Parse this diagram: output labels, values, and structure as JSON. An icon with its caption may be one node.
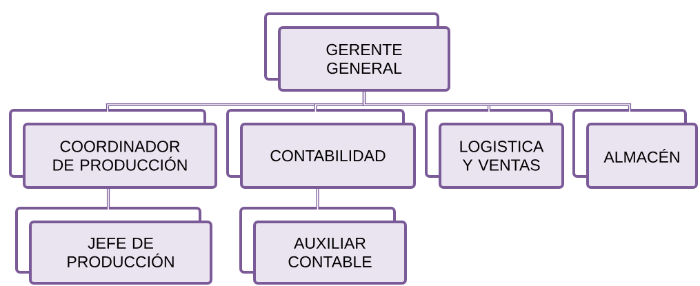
{
  "diagram": {
    "nodes": [
      {
        "text": [
          "GERENTE GENERAL"
        ]
      },
      {
        "text": [
          "COORDINADOR DE PRODUCCIÓN"
        ]
      },
      {
        "text": [
          "CONTABILIDAD"
        ]
      },
      {
        "text": [
          "LOGISTICA Y VENTAS"
        ]
      },
      {
        "text": [
          "ALMACÉN"
        ]
      },
      {
        "text": [
          "JEFE DE PRODUCCIÓN"
        ]
      },
      {
        "text": [
          "AUXILIAR CONTABLE"
        ]
      }
    ],
    "edges": [
      {
        "from": 0,
        "to": 1,
        "arrow": "none"
      },
      {
        "from": 0,
        "to": 2,
        "arrow": "none"
      },
      {
        "from": 0,
        "to": 3,
        "arrow": "none"
      },
      {
        "from": 0,
        "to": 4,
        "arrow": "none"
      },
      {
        "from": 1,
        "to": 5,
        "arrow": "none"
      },
      {
        "from": 2,
        "to": 6,
        "arrow": "none"
      }
    ]
  }
}
